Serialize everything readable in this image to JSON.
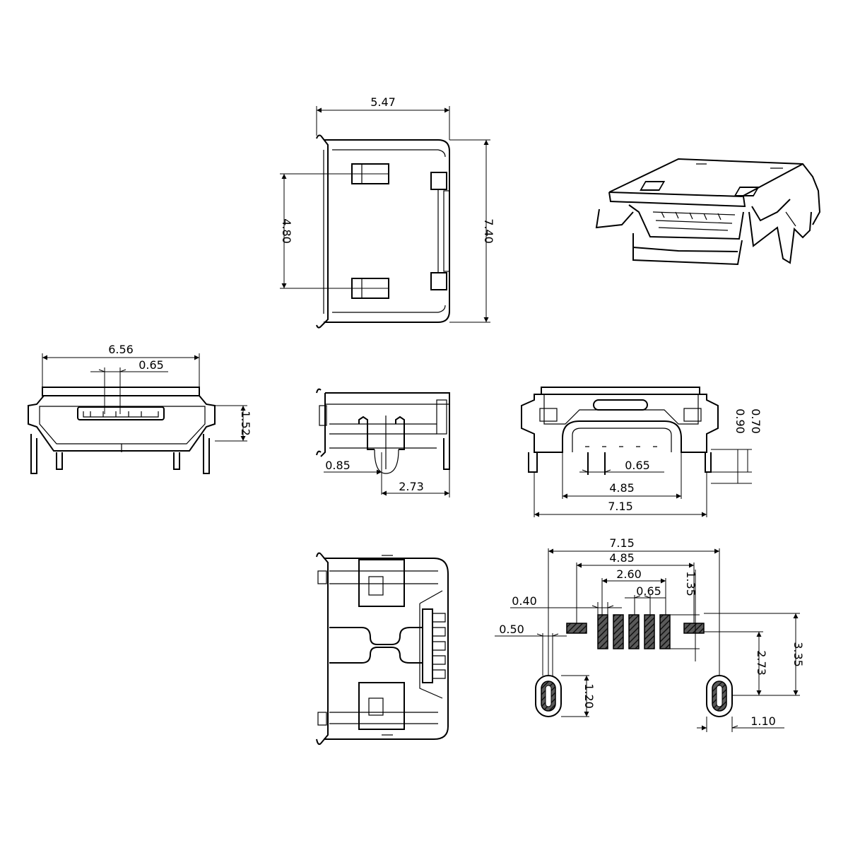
{
  "views": {
    "top": {
      "width": "5.47",
      "pin_span": "4.80",
      "length": "7.40"
    },
    "front": {
      "width": "6.56",
      "pitch": "0.65",
      "height": "1.52"
    },
    "side": {
      "offset_a": "0.85",
      "offset_b": "2.73"
    },
    "rear": {
      "height_a": "0.90",
      "height_b": "0.70",
      "pitch": "0.65",
      "pin_span": "4.85",
      "width": "7.15"
    },
    "footprint": {
      "overall": "7.15",
      "tab_span": "4.85",
      "pad_span": "2.60",
      "pitch": "0.65",
      "pad_width": "0.40",
      "tab_width": "0.50",
      "pad_length": "1.35",
      "row_to_hole_edge": "3.35",
      "row_to_hole": "2.73",
      "slot_length": "1.20",
      "slot_width": "1.10"
    }
  }
}
